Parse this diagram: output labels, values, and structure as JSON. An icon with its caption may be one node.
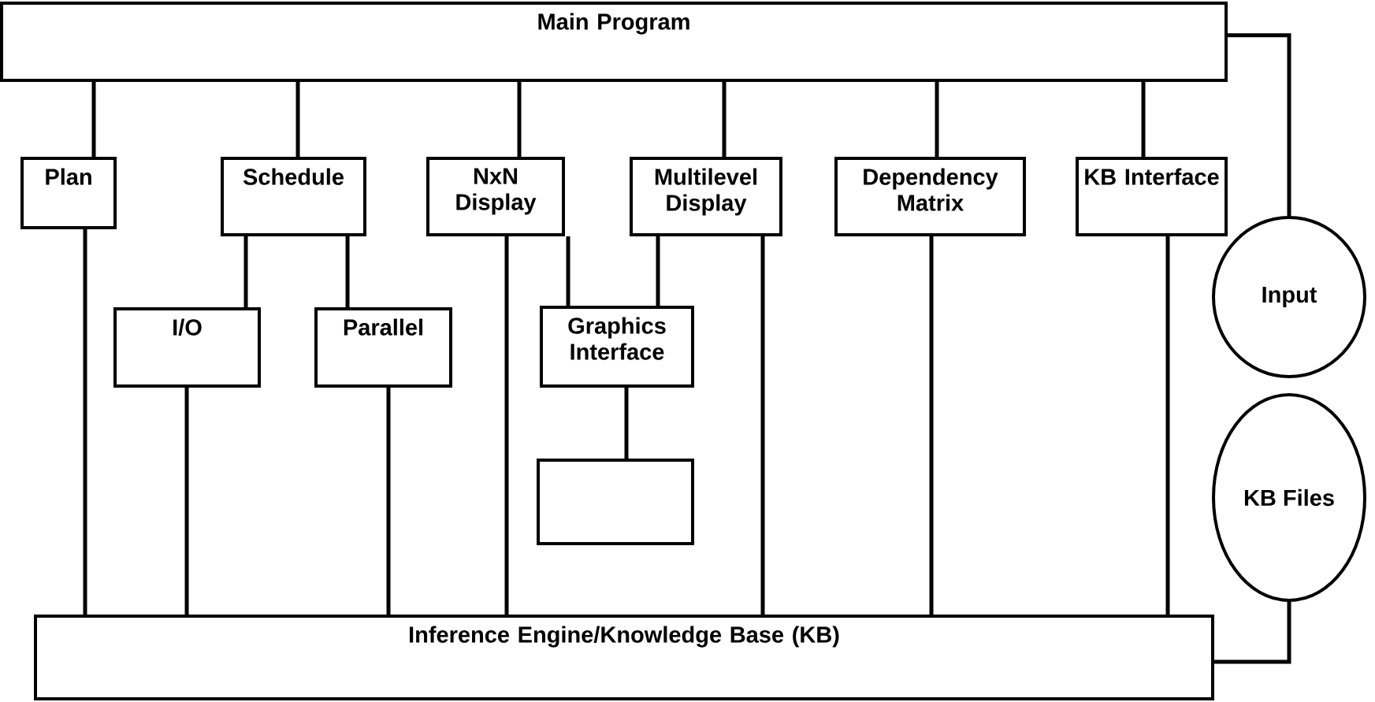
{
  "diagram": {
    "nodes": [
      {
        "text": [
          "Main Program"
        ]
      },
      {
        "text": [
          "Plan"
        ]
      },
      {
        "text": [
          "Schedule"
        ]
      },
      {
        "text": [
          "NxN Display"
        ]
      },
      {
        "text": [
          "Multilevel Display"
        ]
      },
      {
        "text": [
          "Dependency Matrix"
        ]
      },
      {
        "text": [
          "KB Interface"
        ]
      },
      {
        "text": [
          "Input"
        ]
      },
      {
        "text": [
          "I/O"
        ]
      },
      {
        "text": [
          "Parallel"
        ]
      },
      {
        "text": [
          "Graphics Interface"
        ]
      },
      {
        "text": [
          "KB Files"
        ]
      },
      {
        "text": [],
        "shape": "box"
      },
      {
        "text": [
          "Inference Engine/Knowledge Base (KB)"
        ]
      }
    ],
    "edges": [
      {
        "from": 0,
        "to": 1,
        "arrow": "none"
      },
      {
        "from": 0,
        "to": 2,
        "arrow": "none"
      },
      {
        "from": 0,
        "to": 3,
        "arrow": "none"
      },
      {
        "from": 0,
        "to": 4,
        "arrow": "none"
      },
      {
        "from": 0,
        "to": 5,
        "arrow": "none"
      },
      {
        "from": 0,
        "to": 6,
        "arrow": "none"
      },
      {
        "from": 0,
        "to": 7,
        "arrow": "none"
      },
      {
        "from": 1,
        "to": 13,
        "arrow": "none"
      },
      {
        "from": 2,
        "to": 8,
        "arrow": "none"
      },
      {
        "from": 2,
        "to": 9,
        "arrow": "none"
      },
      {
        "from": 8,
        "to": 13,
        "arrow": "none"
      },
      {
        "from": 9,
        "to": 13,
        "arrow": "none"
      },
      {
        "from": 3,
        "to": 10,
        "arrow": "none"
      },
      {
        "from": 4,
        "to": 10,
        "arrow": "none"
      },
      {
        "from": 3,
        "to": 13,
        "arrow": "none"
      },
      {
        "from": 4,
        "to": 13,
        "arrow": "none"
      },
      {
        "from": 10,
        "to": 12,
        "arrow": "none"
      },
      {
        "from": 5,
        "to": 13,
        "arrow": "none"
      },
      {
        "from": 6,
        "to": 13,
        "arrow": "none"
      },
      {
        "from": 11,
        "to": 13,
        "arrow": "none"
      }
    ]
  }
}
